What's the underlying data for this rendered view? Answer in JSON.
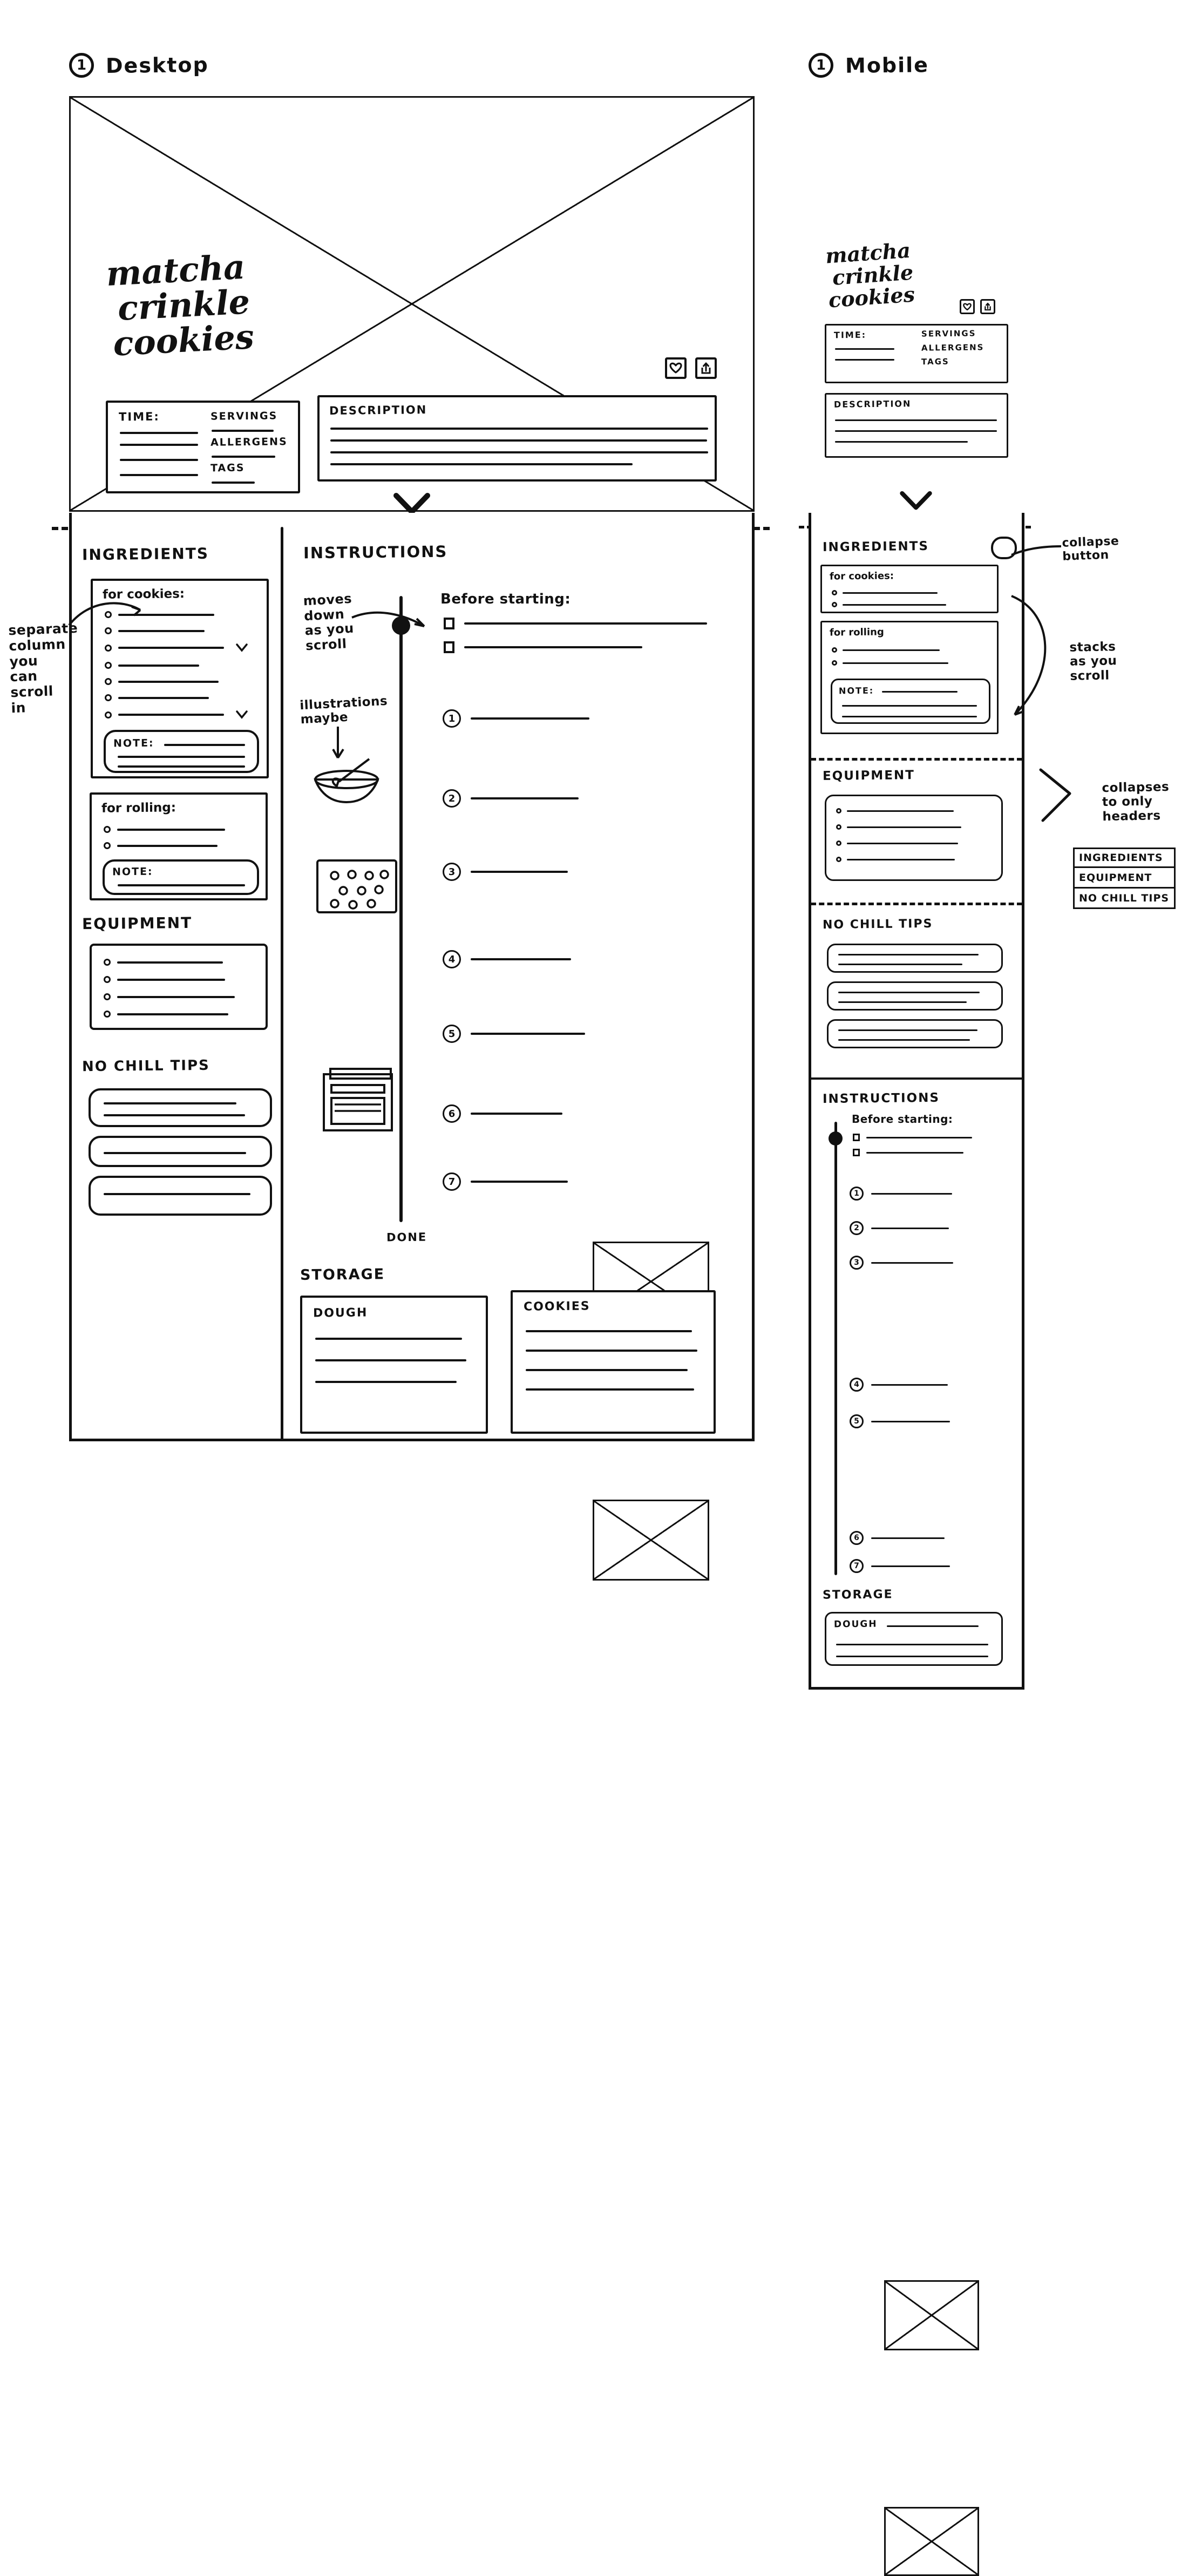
{
  "page": {
    "kind": "hand-drawn wireframe sketch",
    "background": "#ffffff",
    "ink": "#111111"
  },
  "screens": [
    {
      "number": "1",
      "label": "Desktop"
    },
    {
      "number": "1",
      "label": "Mobile"
    }
  ],
  "recipe": {
    "title_line1": "matcha",
    "title_line2": "crinkle",
    "title_line3": "cookies",
    "meta": {
      "time_label": "TIME:",
      "servings_label": "SERVINGS",
      "allergens_label": "ALLERGENS",
      "tags_label": "TAGS"
    },
    "description_label": "DESCRIPTION",
    "actions": [
      {
        "name": "favorite",
        "icon": "heart-icon"
      },
      {
        "name": "share",
        "icon": "share-icon"
      }
    ],
    "scroll_cue_icon": "chevron-down-icon"
  },
  "desktop": {
    "left_column": {
      "ingredients_heading": "INGREDIENTS",
      "groups": [
        {
          "label": "for cookies:",
          "bullet_count": 7,
          "note_label": "NOTE:"
        },
        {
          "label": "for rolling:",
          "bullet_count": 2,
          "note_label": "NOTE:"
        }
      ],
      "equipment_heading": "EQUIPMENT",
      "equipment_bullets": 4,
      "no_chill_heading": "NO CHILL TIPS",
      "no_chill_cards": 3
    },
    "instructions": {
      "heading": "INSTRUCTIONS",
      "before_starting_label": "Before starting:",
      "checkbox_count": 2,
      "steps": [
        "1",
        "2",
        "3",
        "4",
        "5",
        "6",
        "7"
      ],
      "done_label": "DONE",
      "illustration_icons": [
        "mixing-bowl-icon",
        "baking-tray-icon",
        "oven-icon"
      ]
    },
    "storage": {
      "heading": "STORAGE",
      "cards": [
        {
          "label": "DOUGH"
        },
        {
          "label": "COOKIES"
        }
      ]
    }
  },
  "mobile": {
    "sections": [
      {
        "heading": "INGREDIENTS"
      },
      {
        "heading": "EQUIPMENT"
      },
      {
        "heading": "NO CHILL TIPS"
      },
      {
        "heading": "INSTRUCTIONS"
      },
      {
        "heading": "STORAGE"
      }
    ],
    "ingredient_groups": [
      {
        "label": "for cookies:",
        "bullet_count": 2
      },
      {
        "label": "for rolling",
        "bullet_count": 2,
        "note_label": "NOTE:"
      }
    ],
    "equipment_bullets": 4,
    "no_chill_cards": 3,
    "instructions": {
      "before_starting_label": "Before starting:",
      "checkbox_count": 2,
      "steps": [
        "1",
        "2",
        "3",
        "4",
        "5",
        "6",
        "7"
      ]
    },
    "storage_card_label": "DOUGH",
    "collapse_button_icon": "collapse-chevron-icon"
  },
  "annotations": [
    {
      "id": "separate-column",
      "text": "separate\ncolumn\nyou\ncan\nscroll\nin"
    },
    {
      "id": "moves-down",
      "text": "moves\ndown\nas you\nscroll"
    },
    {
      "id": "illustrations-maybe",
      "text": "illustrations\nmaybe"
    },
    {
      "id": "collapse-button",
      "text": "collapse\nbutton"
    },
    {
      "id": "stacks-as-you-scroll",
      "text": "stacks\nas you\nscroll"
    },
    {
      "id": "collapses-to-headers",
      "text": "collapses\nto only\nheaders"
    }
  ],
  "collapsed_headers_chips": [
    "INGREDIENTS",
    "EQUIPMENT",
    "NO CHILL TIPS"
  ]
}
